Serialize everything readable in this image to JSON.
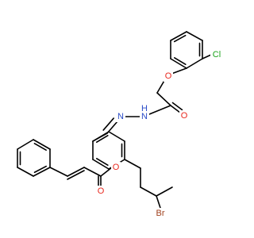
{
  "atoms": [
    {
      "id": "Cl",
      "label": "Cl",
      "color": "#1aa31a"
    },
    {
      "id": "O_ether",
      "label": "O",
      "color": "#e8281e"
    },
    {
      "id": "O_amide",
      "label": "O",
      "color": "#e8281e"
    },
    {
      "id": "NH",
      "label": "H",
      "color": "#2b4cc8"
    },
    {
      "id": "N1",
      "label": "N",
      "color": "#2b4cc8"
    },
    {
      "id": "N2",
      "label": "N",
      "color": "#2b4cc8"
    },
    {
      "id": "O_ester_ring",
      "label": "O",
      "color": "#e8281e"
    },
    {
      "id": "O_carbonyl",
      "label": "O",
      "color": "#e8281e"
    },
    {
      "id": "Br",
      "label": "Br",
      "color": "#a0411e"
    }
  ]
}
